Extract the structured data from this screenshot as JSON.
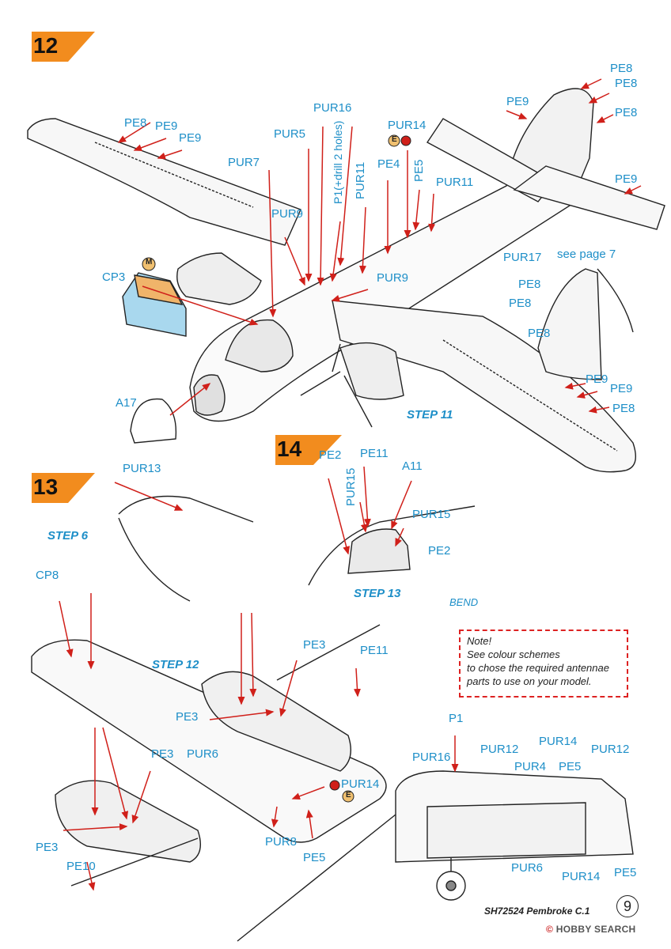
{
  "steps": {
    "s12": {
      "number": "12"
    },
    "s13": {
      "number": "13"
    },
    "s14": {
      "number": "14"
    }
  },
  "step_refs": {
    "step11": "STEP 11",
    "step6": "STEP 6",
    "step12": "STEP 12",
    "step13": "STEP 13"
  },
  "labels": {
    "pe8_a": "PE8",
    "pe9_a": "PE9",
    "pe9_b": "PE9",
    "pur16": "PUR16",
    "pur5": "PUR5",
    "pur7": "PUR7",
    "p1_drill": "P1(+drill 2 holes)",
    "pur11_a": "PUR11",
    "pur14_a": "PUR14",
    "pe4": "PE4",
    "pe5_a": "PE5",
    "pur11_b": "PUR11",
    "pur9_a": "PUR9",
    "pur9_b": "PUR9",
    "cp3": "CP3",
    "a17": "A17",
    "tail_pe8_1": "PE8",
    "tail_pe8_2": "PE8",
    "tail_pe9_1": "PE9",
    "tail_pe8_3": "PE8",
    "tail_pe9_2": "PE9",
    "pur17": "PUR17",
    "see_page": "see page 7",
    "fin_pe8_1": "PE8",
    "fin_pe8_2": "PE8",
    "fin_pe8_3": "PE8",
    "wing_pe9_1": "PE9",
    "wing_pe9_2": "PE9",
    "wing_pe8": "PE8",
    "pur13": "PUR13",
    "cp8": "CP8",
    "pe3_a": "PE3",
    "pe3_b": "PE3",
    "pe3_c": "PE3",
    "pe3_d": "PE3",
    "pe11_a": "PE11",
    "pur6_a": "PUR6",
    "pur14_b": "PUR14",
    "pur8": "PUR8",
    "pe5_b": "PE5",
    "pe10": "PE10",
    "pe2_a": "PE2",
    "pe11_b": "PE11",
    "a11": "A11",
    "pur15_a": "PUR15",
    "pur15_b": "PUR15",
    "pe2_b": "PE2",
    "bend": "BEND",
    "p1": "P1",
    "pur16_b": "PUR16",
    "pur12_a": "PUR12",
    "pur14_c": "PUR14",
    "pur12_b": "PUR12",
    "pur4": "PUR4",
    "pe5_c": "PE5",
    "pur6_b": "PUR6",
    "pur14_d": "PUR14",
    "pe5_d": "PE5"
  },
  "colour_badges": {
    "m": "M",
    "e1": "E",
    "e2": "E"
  },
  "note": {
    "line1": "Note!",
    "line2": "See colour schemes",
    "line3": "to chose the required antennae",
    "line4": "parts to use on your model."
  },
  "footer": {
    "kit": "SH72524  Pembroke C.1",
    "page": "9"
  },
  "watermark": {
    "brand": "HOBBY SEARCH",
    "mark": "©"
  },
  "colors": {
    "label": "#1e8fc8",
    "arrow": "#d0201a",
    "badge": "#f28c1e",
    "canopy": "#a9d8ee",
    "tan": "#f0b46a"
  }
}
